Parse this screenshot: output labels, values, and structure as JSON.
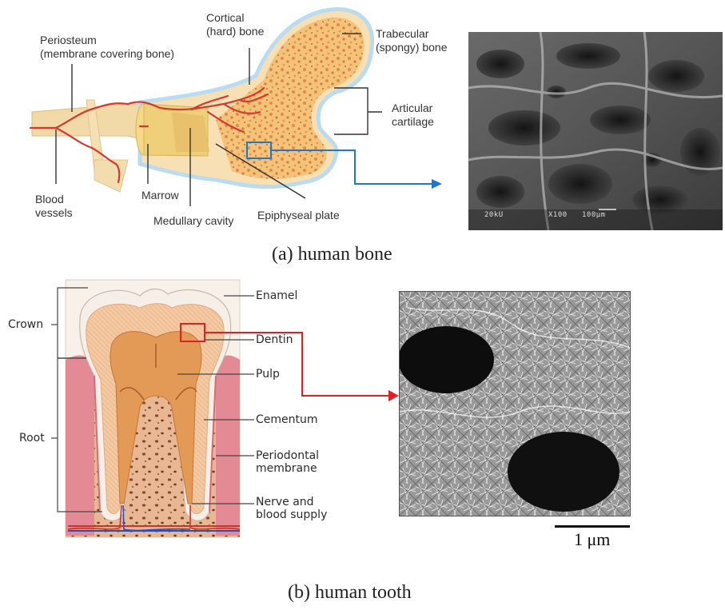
{
  "panel_a": {
    "caption": "(a)  human bone",
    "labels": {
      "periosteum": "Periosteum\n(membrane covering bone)",
      "cortical": "Cortical\n(hard) bone",
      "trabecular": "Trabecular\n(spongy) bone",
      "articular": "Articular\ncartilage",
      "blood_vessels": "Blood\nvessels",
      "marrow": "Marrow",
      "medullary": "Medullary cavity",
      "epiphyseal": "Epiphyseal plate"
    },
    "sem_text": {
      "voltage": "20kU",
      "magnification": "X100",
      "scale": "100μm"
    },
    "colors": {
      "bone": "#f3d7a3",
      "spongy": "#f0b85e",
      "vessel": "#d33a2f",
      "cartilage": "#a9d4ee",
      "arrow": "#1f78c8"
    }
  },
  "panel_b": {
    "caption": "(b) human tooth",
    "labels": {
      "enamel": "Enamel",
      "dentin": "Dentin",
      "pulp": "Pulp",
      "cementum": "Cementum",
      "periodontal": "Periodontal\nmembrane",
      "nerve": "Nerve and\nblood supply",
      "crown": "Crown",
      "root": "Root"
    },
    "scale_bar": "1 μm",
    "colors": {
      "arrow": "#e02020",
      "dentin": "#f0c29a",
      "pulp": "#e08a45",
      "gum": "#e07b86",
      "bone": "#c98255"
    }
  }
}
